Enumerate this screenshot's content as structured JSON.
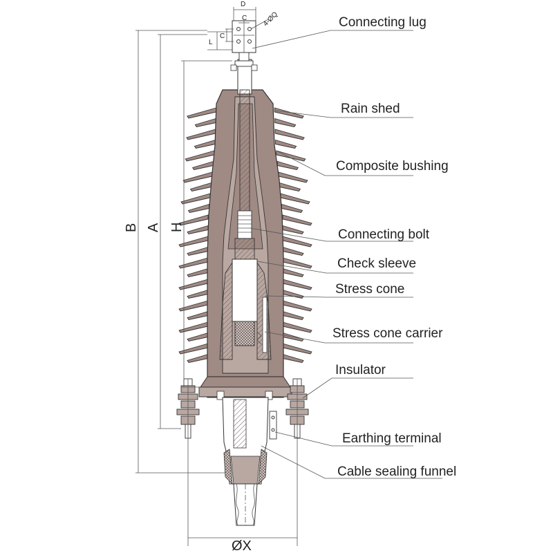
{
  "labels": {
    "connecting_lug": "Connecting lug",
    "rain_shed": "Rain shed",
    "composite_bushing": "Composite bushing",
    "connecting_bolt": "Connecting bolt",
    "check_sleeve": "Check sleeve",
    "stress_cone": "Stress cone",
    "stress_cone_carrier": "Stress cone carrier",
    "insulator": "Insulator",
    "earthing_terminal": "Earthing terminal",
    "cable_sealing_funnel": "Cable sealing funnel"
  },
  "dimensions": {
    "b": "B",
    "a": "A",
    "h": "H",
    "x": "ØX",
    "d": "D",
    "c_top": "C",
    "c_side": "C",
    "l": "L",
    "holes": "4-ØQ"
  },
  "colors": {
    "body": "#a08a84",
    "line": "#333333",
    "hatch": "#6e5a55",
    "background": "#ffffff"
  }
}
